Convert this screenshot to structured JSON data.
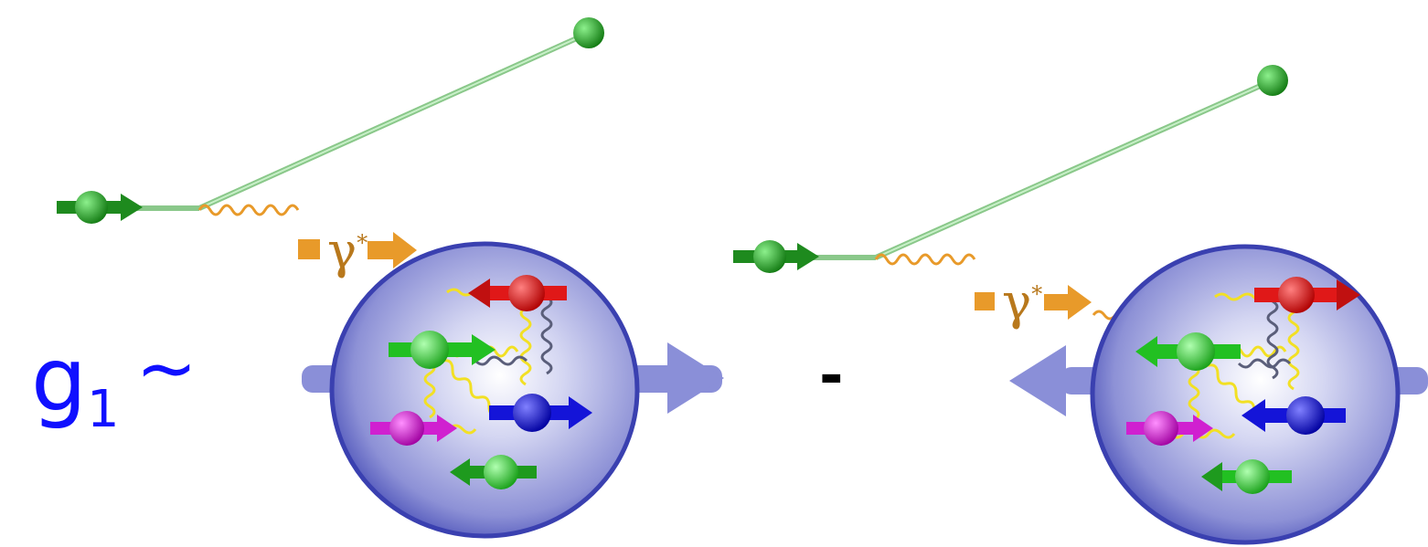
{
  "formula": {
    "base": "g",
    "subscript": "1",
    "relation": "~"
  },
  "operator": "-",
  "panels": [
    {
      "id": "left",
      "photon_label": "γ",
      "photon_sup": "*",
      "nucleon_spin": "right"
    },
    {
      "id": "right",
      "photon_label": "γ",
      "photon_sup": "*",
      "nucleon_spin": "left"
    }
  ],
  "colors": {
    "formula": "#1010ff",
    "lepton": "#1e8a1e",
    "lepton_track": "#a8e0a8",
    "photon": "#e89a2a",
    "gluon": "#f2e024",
    "nucleon": "#8a8fd8",
    "quark_red": "#e01818",
    "quark_green": "#22c022",
    "quark_blue": "#1414d8",
    "quark_magenta": "#d020d0",
    "quark_darkgreen": "#1e9a1e"
  }
}
